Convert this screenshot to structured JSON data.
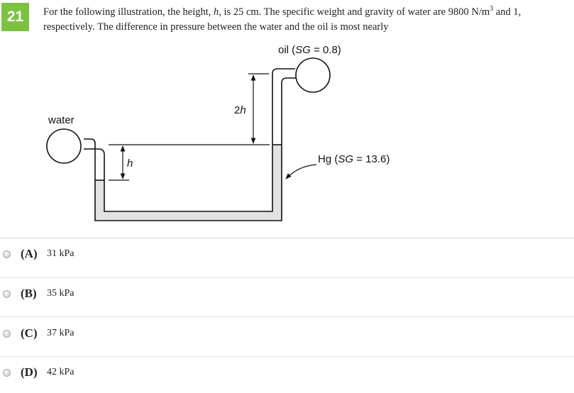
{
  "question": {
    "number": "21",
    "text_part1": "For the following illustration, the height, ",
    "var_h": "h",
    "text_part2": ", is 25 cm. The specific weight and gravity of water are 9800 N/m",
    "text_sup": "3",
    "text_part3": " and 1, respectively. The difference in pressure between the water and the oil is most nearly"
  },
  "figure": {
    "oil_label_prefix": "oil (",
    "oil_label_sg": "SG",
    "oil_label_suffix": " = 0.8)",
    "water_label": "water",
    "height_2h_num": "2",
    "height_2h_var": "h",
    "height_h_var": "h",
    "hg_label_prefix": "Hg (",
    "hg_label_sg": "SG",
    "hg_label_suffix": " = 13.6)",
    "colors": {
      "mercury_fill": "#e2e2e2",
      "outline": "#111111"
    }
  },
  "choices": [
    {
      "letter": "(A)",
      "value": "31 kPa"
    },
    {
      "letter": "(B)",
      "value": "35 kPa"
    },
    {
      "letter": "(C)",
      "value": "37 kPa"
    },
    {
      "letter": "(D)",
      "value": "42 kPa"
    }
  ]
}
